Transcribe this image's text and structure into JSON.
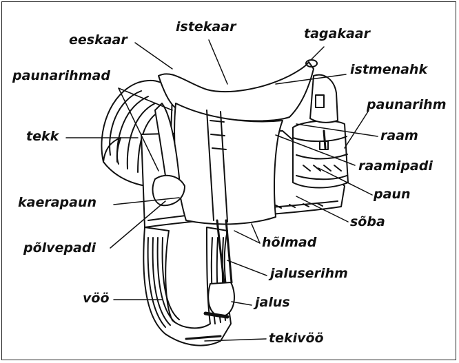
{
  "diagram": {
    "labels": {
      "eeskaar": "eeskaar",
      "istekaar": "istekaar",
      "tagakaar": "tagakaar",
      "istmenahk": "istmenahk",
      "paunarihmad": "paunarihmad",
      "paunarihm": "paunarihm",
      "tekk": "tekk",
      "raam": "raam",
      "raamipadi": "raamipadi",
      "kaerapaun": "kaerapaun",
      "paun": "paun",
      "soba": "sõba",
      "polvepadi": "põlvepadi",
      "holmad": "hõlmad",
      "jaluserihm": "jaluserihm",
      "voo": "vöö",
      "jalus": "jalus",
      "tekivoo": "tekivöö"
    }
  }
}
